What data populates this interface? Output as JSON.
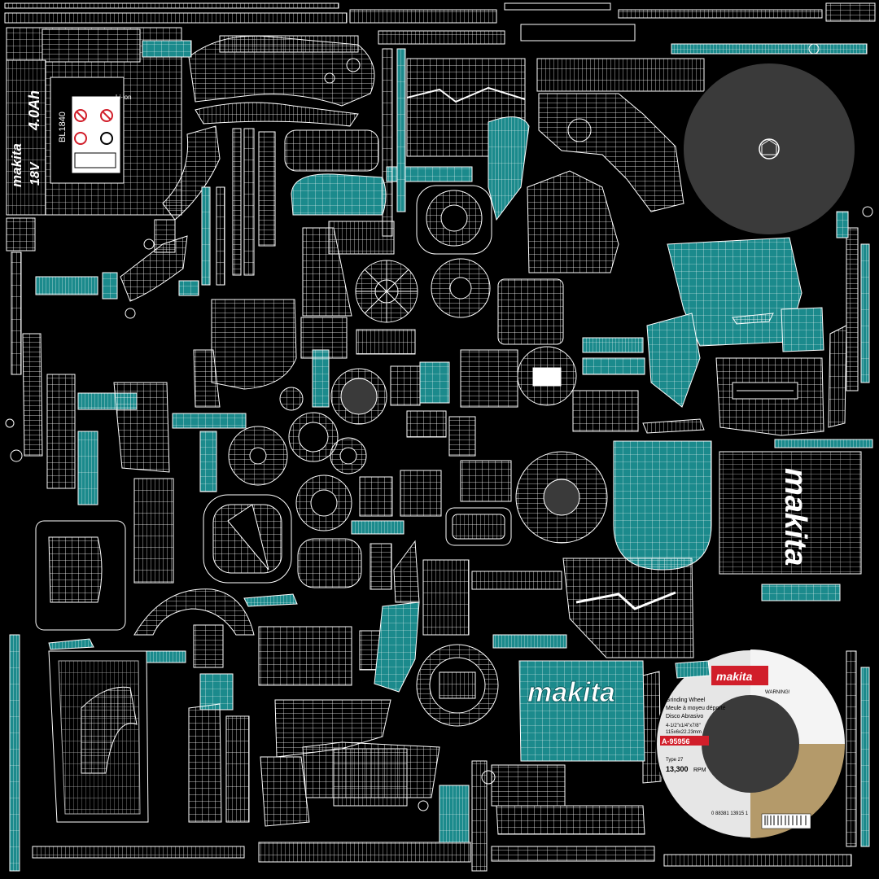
{
  "colors": {
    "background": "#000000",
    "wireframe": "#ffffff",
    "teal": "#1b8a8c",
    "teal_dark": "#0f5f62",
    "disc_dark": "#3a3a3a",
    "label_red": "#d11e2a",
    "label_gold": "#b49a6a"
  },
  "battery": {
    "brand": "makita",
    "model": "BL1840",
    "capacity": "4.0Ah",
    "voltage": "18V",
    "chem": "Li-ion"
  },
  "logos": {
    "top_right_panel": "makita",
    "bottom_shell": "makita"
  },
  "wheel_label": {
    "brand": "makita",
    "type_line": "Grinding Wheel",
    "fr1": "Meule à moyeu déporté",
    "es1": "Disco Abrasivo",
    "size": "4-1/2\"x1/4\"x7/8\"",
    "size_mm": "115x6x22.23mm",
    "part_no": "A-95956",
    "type_no": "Type 27",
    "rpm": "13,300",
    "rpm_unit": "RPM",
    "warning": "WARNING!",
    "barcode": "0 88381 13915 1"
  },
  "icons": [
    "uv-island-wireframe",
    "grinding-disc",
    "battery-label",
    "wheel-label"
  ]
}
